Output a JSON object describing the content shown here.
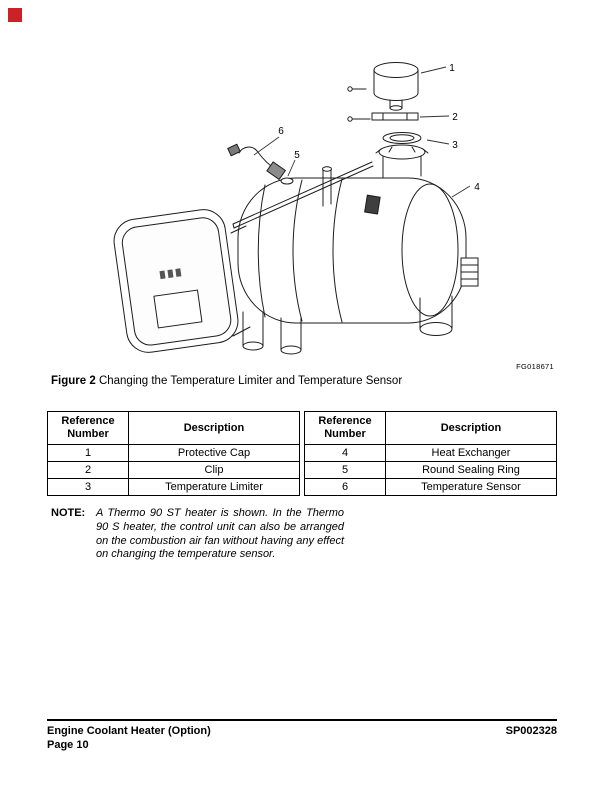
{
  "colors": {
    "corner_marker": "#cc2127",
    "line_art": "#1c1c1c"
  },
  "figure": {
    "code": "FG018671",
    "caption_label": "Figure 2",
    "caption_text": "Changing the Temperature Limiter and Temperature Sensor",
    "callouts": [
      "1",
      "2",
      "3",
      "4",
      "5",
      "6"
    ]
  },
  "tables": [
    {
      "headers": {
        "ref": "Reference Number",
        "desc": "Description"
      },
      "rows": [
        {
          "ref": "1",
          "desc": "Protective Cap"
        },
        {
          "ref": "2",
          "desc": "Clip"
        },
        {
          "ref": "3",
          "desc": "Temperature Limiter"
        }
      ]
    },
    {
      "headers": {
        "ref": "Reference Number",
        "desc": "Description"
      },
      "rows": [
        {
          "ref": "4",
          "desc": "Heat Exchanger"
        },
        {
          "ref": "5",
          "desc": "Round Sealing Ring"
        },
        {
          "ref": "6",
          "desc": "Temperature Sensor"
        }
      ]
    }
  ],
  "note": {
    "label": "NOTE:",
    "text": "A Thermo 90 ST heater is shown. In the Thermo 90 S heater, the control unit can also be arranged on the combustion air fan without having any effect on changing the temperature sensor."
  },
  "footer": {
    "doc_title": "Engine Coolant Heater (Option)",
    "page_number": "Page 10",
    "doc_code": "SP002328"
  }
}
